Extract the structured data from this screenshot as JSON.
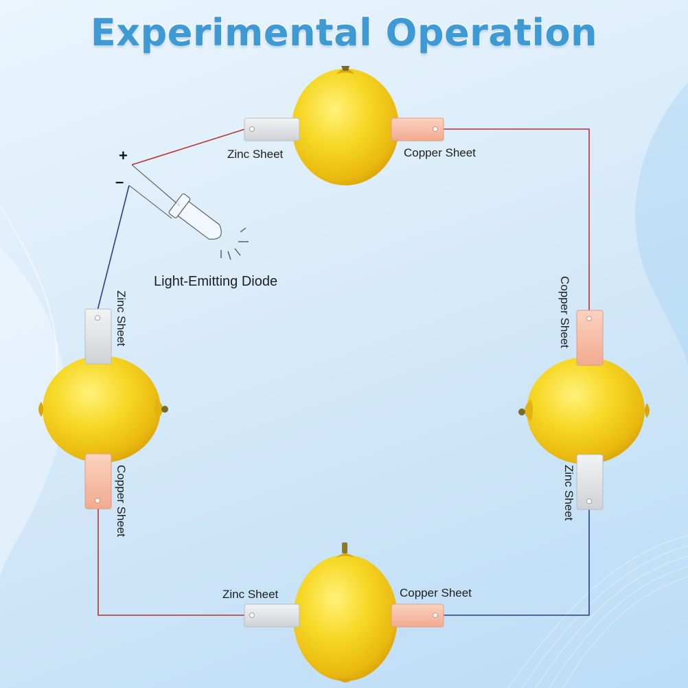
{
  "title": "Experimental Operation",
  "labels": {
    "zinc": "Zinc Sheet",
    "copper": "Copper Sheet",
    "led": "Light-Emitting Diode",
    "plus": "+",
    "minus": "–"
  },
  "colors": {
    "title": "#3d9ad4",
    "lemon": "#f6d21e",
    "zinc": "#e4e6e8",
    "copper": "#f7bfa8",
    "wire_red": "#b8322e",
    "wire_blue": "#2a3a8c"
  }
}
